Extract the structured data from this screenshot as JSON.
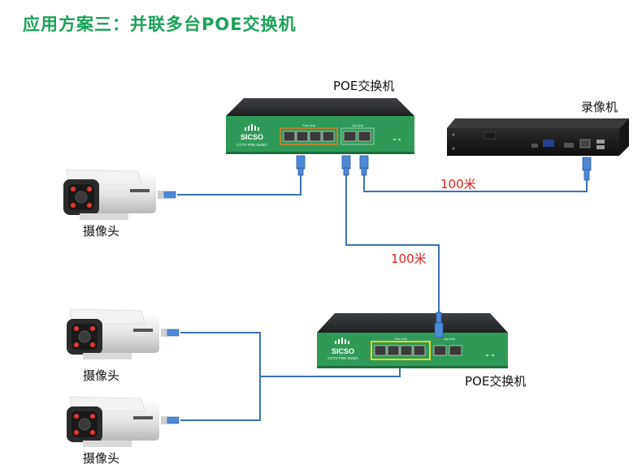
{
  "title": "应用方案三：并联多台POE交换机",
  "labels": {
    "switch_top": "POE交换机",
    "switch_bottom": "POE交换机",
    "nvr": "录像机",
    "camera_1": "摄像头",
    "camera_2": "摄像头",
    "camera_3": "摄像头",
    "distance_nvr": "100米",
    "distance_switch": "100米"
  },
  "device_text": {
    "brand": "SICSO",
    "model": "CCTV POE Switch",
    "poe_port_label": "Poe Link",
    "uplink_label": "Up Link"
  },
  "colors": {
    "title": "#1aa25a",
    "switch_panel": "#2f9a58",
    "cable": "#3d6fb6",
    "distance": "#e0201b",
    "poe_port_frame_top": "#e07a2a",
    "poe_port_frame_bottom": "#f2d21b"
  }
}
